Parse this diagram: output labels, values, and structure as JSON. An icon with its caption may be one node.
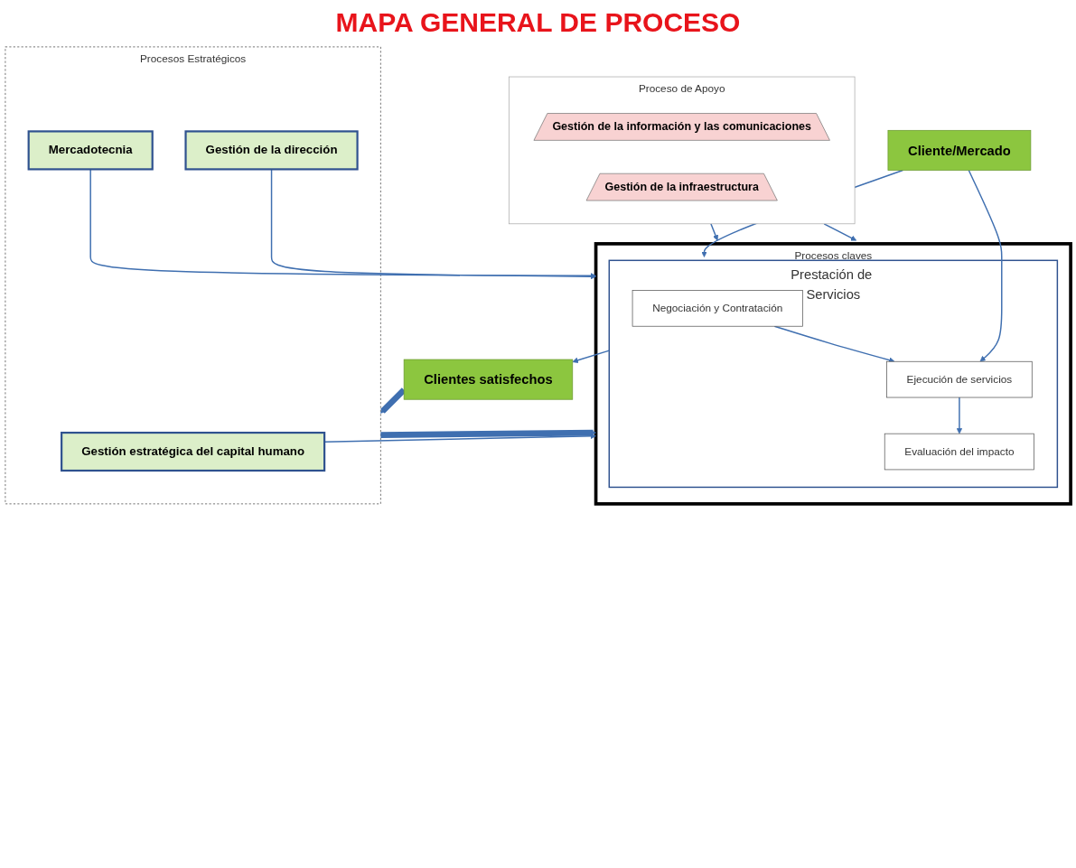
{
  "diagram": {
    "title": "MAPA GENERAL DE PROCESO",
    "nodes": [
      {
        "text": [
          "Procesos Estratégicos"
        ]
      },
      {
        "text": [
          "Mercadotecnia"
        ],
        "in": 0
      },
      {
        "text": [
          "Gestión de la dirección"
        ],
        "in": 0
      },
      {
        "text": [
          "Gestión estratégica del capital humano"
        ],
        "in": 0
      },
      {
        "text": [
          "Procesos claves"
        ]
      },
      {
        "text": [
          "Prestación de Servicios"
        ],
        "in": 4
      },
      {
        "text": [
          "Negociación y Contratación"
        ],
        "in": 5
      },
      {
        "text": [
          "Ejecución de servicios"
        ],
        "in": 5
      },
      {
        "text": [
          "Evaluación del impacto"
        ],
        "in": 5
      },
      {
        "text": [
          "Cliente/Mercado"
        ]
      },
      {
        "text": [
          "Clientes satisfechos"
        ]
      },
      {
        "text": [
          "Proceso de Apoyo"
        ]
      },
      {
        "text": [
          "Gestión de la información y las comunicaciones"
        ],
        "in": 11
      },
      {
        "text": [
          "Gestión de la infraestructura"
        ],
        "in": 11
      }
    ],
    "edges": [
      {
        "from": 1,
        "to": 4,
        "arrow": "to"
      },
      {
        "from": 2,
        "to": 4,
        "arrow": "to"
      },
      {
        "from": 3,
        "to": 4,
        "arrow": "to"
      },
      {
        "from": 0,
        "to": 4,
        "arrow": "to",
        "style": "thick"
      },
      {
        "from": 10,
        "to": 0,
        "arrow": "to",
        "style": "thick"
      },
      {
        "from": 9,
        "to": 5,
        "arrow": "to"
      },
      {
        "from": 6,
        "to": 7,
        "arrow": "to"
      },
      {
        "from": 7,
        "to": 8,
        "arrow": "to"
      },
      {
        "from": 5,
        "to": 10,
        "arrow": "to"
      },
      {
        "from": 9,
        "to": 7,
        "arrow": "to"
      },
      {
        "from": 11,
        "to": 4,
        "arrow": "to"
      },
      {
        "from": 11,
        "to": 4,
        "arrow": "to"
      }
    ]
  }
}
